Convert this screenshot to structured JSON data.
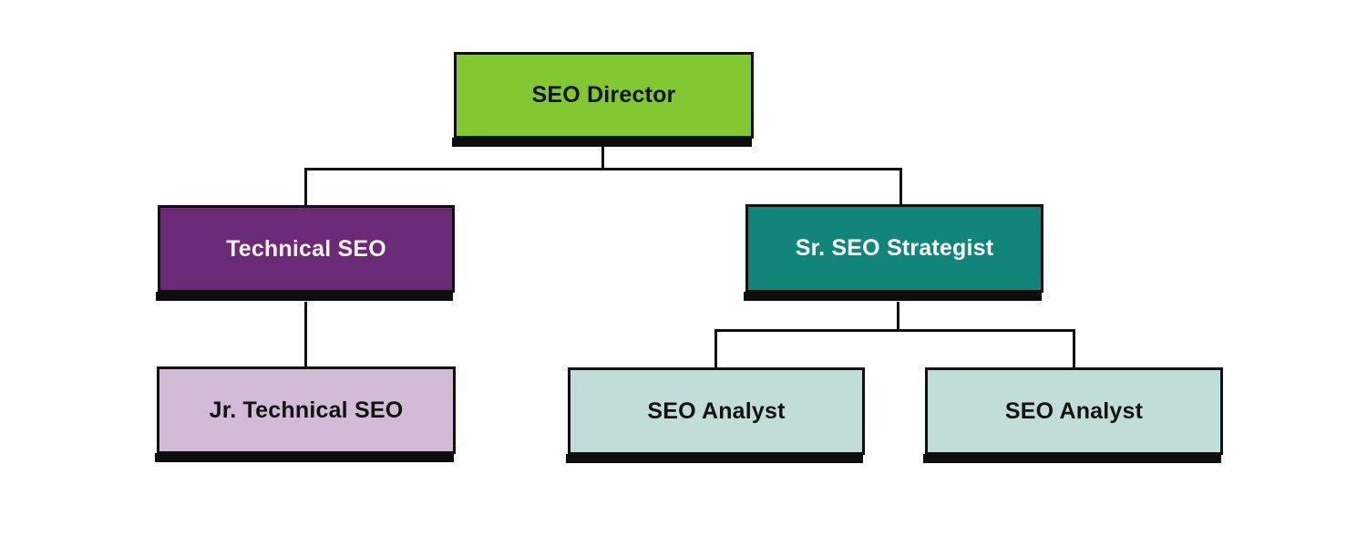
{
  "diagram": {
    "type": "org-chart",
    "line_color": "#101010",
    "nodes": {
      "director": {
        "label": "SEO Director",
        "fill": "#82C833",
        "text_color": "#121212"
      },
      "technical_seo": {
        "label": "Technical SEO",
        "fill": "#6B2A75",
        "text_color": "#F7F1F8"
      },
      "sr_strategist": {
        "label": "Sr. SEO Strategist",
        "fill": "#11857A",
        "text_color": "#FFFFFF"
      },
      "jr_technical": {
        "label": "Jr. Technical SEO",
        "fill": "#D1BBD7",
        "text_color": "#121212"
      },
      "analyst_1": {
        "label": "SEO Analyst",
        "fill": "#C0DDD9",
        "text_color": "#121212"
      },
      "analyst_2": {
        "label": "SEO Analyst",
        "fill": "#C0DDD9",
        "text_color": "#121212"
      }
    },
    "edges": [
      {
        "from": "director",
        "to": "technical_seo"
      },
      {
        "from": "director",
        "to": "sr_strategist"
      },
      {
        "from": "technical_seo",
        "to": "jr_technical"
      },
      {
        "from": "sr_strategist",
        "to": "analyst_1"
      },
      {
        "from": "sr_strategist",
        "to": "analyst_2"
      }
    ]
  }
}
